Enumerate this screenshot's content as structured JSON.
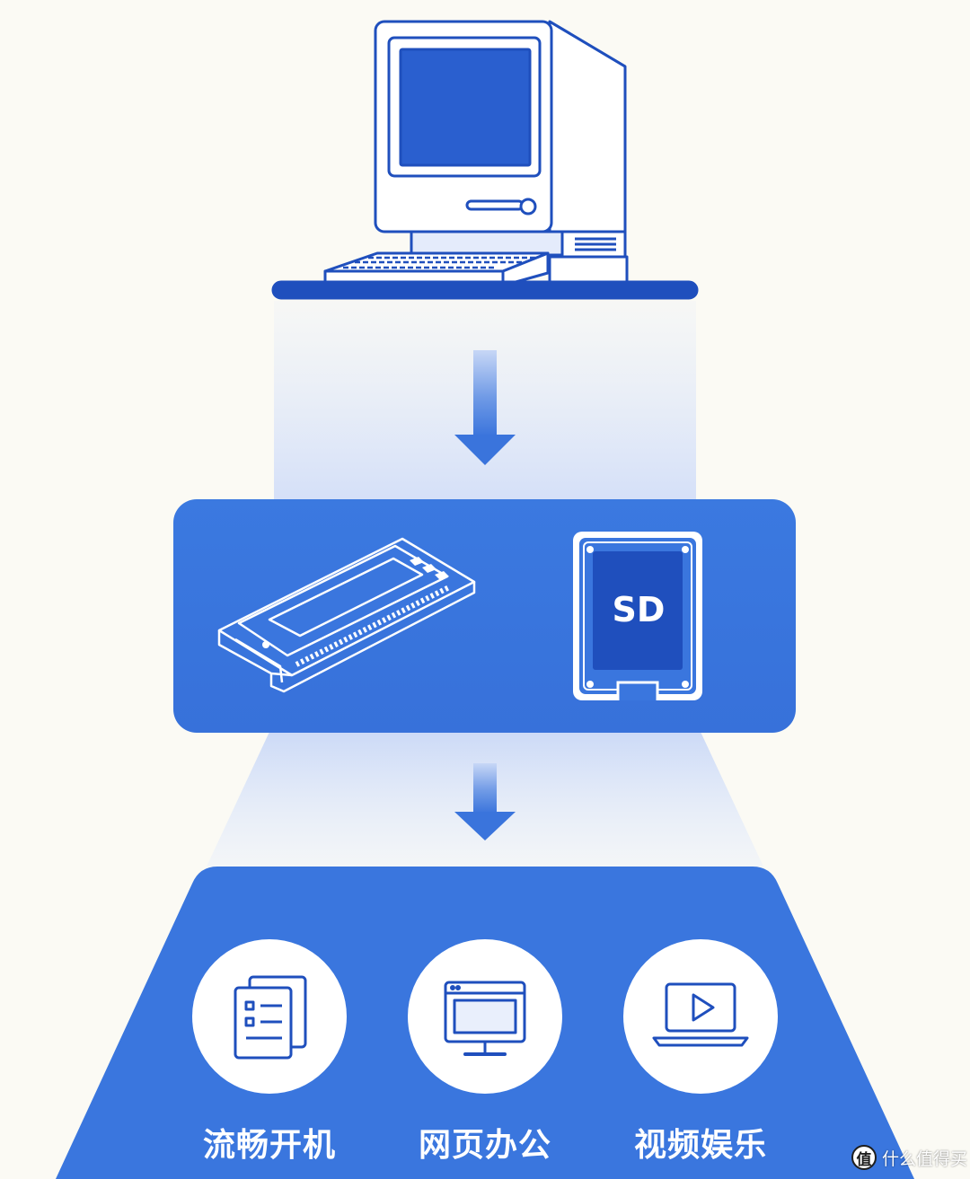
{
  "storage": {
    "sd_label": "SD"
  },
  "benefits": [
    {
      "label": "流畅开机",
      "icon": "documents-icon"
    },
    {
      "label": "网页办公",
      "icon": "monitor-icon"
    },
    {
      "label": "视频娱乐",
      "icon": "laptop-video-icon"
    }
  ],
  "watermark": {
    "badge": "值",
    "text": "什么值得买"
  },
  "colors": {
    "accent": "#3a74dc",
    "deep": "#1e4fbf",
    "background": "#fbfaf4"
  }
}
